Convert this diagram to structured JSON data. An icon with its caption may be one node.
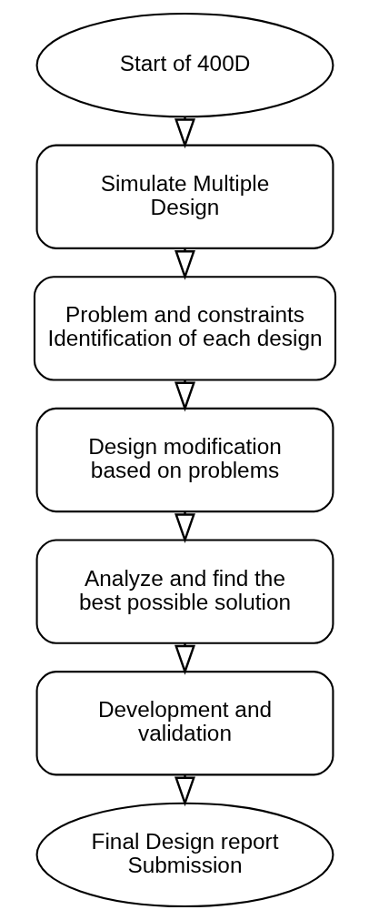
{
  "diagram": {
    "nodes": [
      {
        "text": [
          "Start of 400D"
        ]
      },
      {
        "text": [
          "Simulate Multiple Design"
        ]
      },
      {
        "text": [
          "Problem and constraints Identification of each design"
        ]
      },
      {
        "text": [
          "Design modification based on problems"
        ]
      },
      {
        "text": [
          "Analyze and find the best possible solution"
        ]
      },
      {
        "text": [
          "Development and validation"
        ]
      },
      {
        "text": [
          "Final Design report Submission"
        ]
      }
    ],
    "edges": [
      {
        "from": 0,
        "to": 1,
        "arrow": "to"
      },
      {
        "from": 1,
        "to": 2,
        "arrow": "to"
      },
      {
        "from": 2,
        "to": 3,
        "arrow": "to"
      },
      {
        "from": 3,
        "to": 4,
        "arrow": "to"
      },
      {
        "from": 4,
        "to": 5,
        "arrow": "to"
      },
      {
        "from": 5,
        "to": 6,
        "arrow": "to"
      }
    ]
  }
}
